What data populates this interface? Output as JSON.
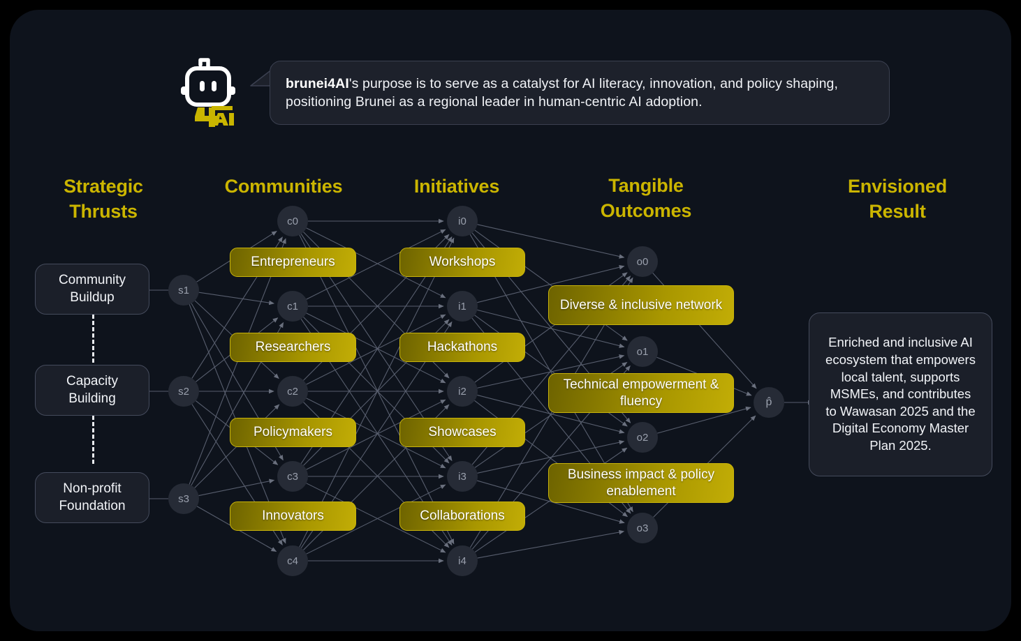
{
  "brand": {
    "logo_icon": "robot-head-icon",
    "logo_text": "4AI",
    "name": "brunei4AI"
  },
  "callout": {
    "bold_lead": "brunei4AI",
    "text": "'s purpose is to serve as a catalyst for AI literacy, innovation, and policy shaping, positioning Brunei as a regional leader in human-centric AI adoption."
  },
  "colors": {
    "accent_gold": "#cbb500",
    "panel_bg": "#0e131c",
    "card_bg": "#1b1f29",
    "card_border": "#454b5c",
    "hub_bg": "#262b36",
    "edge": "#6d7485"
  },
  "columns": [
    {
      "id": "strategic-thrusts",
      "title": "Strategic\nThrusts"
    },
    {
      "id": "communities",
      "title": "Communities"
    },
    {
      "id": "initiatives",
      "title": "Initiatives"
    },
    {
      "id": "tangible-outcomes",
      "title": "Tangible\nOutcomes"
    },
    {
      "id": "envisioned-result",
      "title": "Envisioned\nResult"
    }
  ],
  "column_titles": {
    "strategic_l1": "Strategic",
    "strategic_l2": "Thrusts",
    "communities": "Communities",
    "initiatives": "Initiatives",
    "outcomes_l1": "Tangible",
    "outcomes_l2": "Outcomes",
    "result_l1": "Envisioned",
    "result_l2": "Result"
  },
  "strategic_thrusts": [
    {
      "label": "Community Buildup",
      "hub": "s1"
    },
    {
      "label": "Capacity Building",
      "hub": "s2"
    },
    {
      "label": "Non-profit Foundation",
      "hub": "s3"
    }
  ],
  "communities": {
    "hubs": [
      "c0",
      "c1",
      "c2",
      "c3",
      "c4"
    ],
    "items": [
      "Entrepreneurs",
      "Researchers",
      "Policymakers",
      "Innovators"
    ]
  },
  "initiatives": {
    "hubs": [
      "i0",
      "i1",
      "i2",
      "i3",
      "i4"
    ],
    "items": [
      "Workshops",
      "Hackathons",
      "Showcases",
      "Collaborations"
    ]
  },
  "outcomes": {
    "hubs": [
      "o0",
      "o1",
      "o2",
      "o3"
    ],
    "items": [
      "Diverse & inclusive network",
      "Technical empowerment & fluency",
      "Business impact & policy enablement"
    ]
  },
  "result": {
    "hub": "p̂",
    "text": "Enriched and inclusive AI ecosystem that empowers local talent, supports MSMEs, and contributes to Wawasan 2025 and the Digital Economy Master Plan 2025."
  },
  "chart_data": {
    "type": "diagram",
    "layers": [
      "Strategic Thrusts",
      "Communities",
      "Initiatives",
      "Tangible Outcomes",
      "Envisioned Result"
    ],
    "nodes": {
      "s": [
        "s1",
        "s2",
        "s3"
      ],
      "c": [
        "c0",
        "c1",
        "c2",
        "c3",
        "c4"
      ],
      "i": [
        "i0",
        "i1",
        "i2",
        "i3",
        "i4"
      ],
      "o": [
        "o0",
        "o1",
        "o2",
        "o3"
      ],
      "p": [
        "p̂"
      ]
    },
    "edges": "fully-connected between adjacent layers (s→c, c→i, i→o, o→p̂)"
  }
}
